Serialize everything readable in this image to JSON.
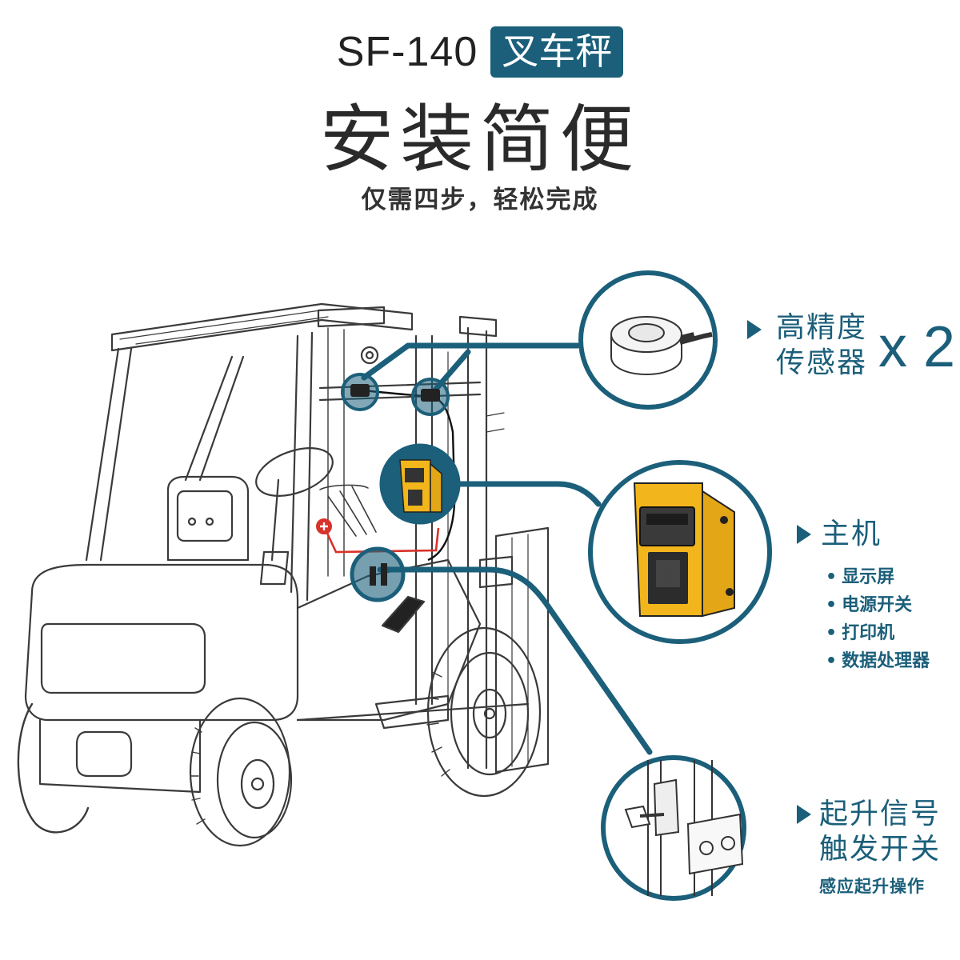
{
  "header": {
    "model": "SF-140",
    "badge": "叉车秤",
    "title": "安装简便",
    "subtitle": "仅需四步，轻松完成"
  },
  "callouts": {
    "sensor": {
      "line1": "高精度",
      "line2": "传感器",
      "quantity": "x 2"
    },
    "host": {
      "title": "主机",
      "features": [
        "显示屏",
        "电源开关",
        "打印机",
        "数据处理器"
      ]
    },
    "trigger": {
      "line1": "起升信号",
      "line2": "触发开关",
      "note": "感应起升操作"
    }
  },
  "colors": {
    "accent": "#1b5f7a",
    "host_yellow": "#f2b61c",
    "wire_red": "#d8322a",
    "outline": "#3a3a3a"
  }
}
